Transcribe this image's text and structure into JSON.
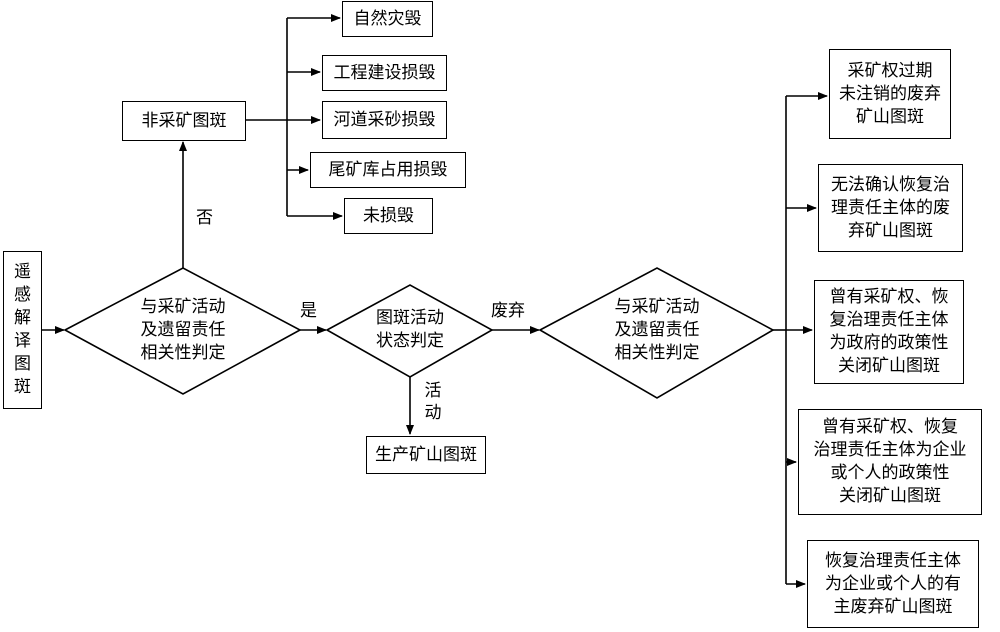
{
  "source": {
    "text": "遥感解译图斑"
  },
  "decision1": {
    "text": "与采矿活动\n及遗留责任\n相关性判定"
  },
  "decision2": {
    "text": "图斑活动\n状态判定"
  },
  "decision3": {
    "text": "与采矿活动\n及遗留责任\n相关性判定"
  },
  "non_mining": {
    "text": "非采矿图斑"
  },
  "non_mining_branches": [
    {
      "text": "自然灾毁"
    },
    {
      "text": "工程建设损毁"
    },
    {
      "text": "河道采砂损毁"
    },
    {
      "text": "尾矿库占用损毁"
    },
    {
      "text": "未损毁"
    }
  ],
  "production": {
    "text": "生产矿山图斑"
  },
  "abandoned_branches": [
    {
      "text": "采矿权过期\n未注销的废弃\n矿山图斑"
    },
    {
      "text": "无法确认恢复治\n理责任主体的废\n弃矿山图斑"
    },
    {
      "text": "曾有采矿权、恢\n复治理责任主体\n为政府的政策性\n关闭矿山图斑"
    },
    {
      "text": "曾有采矿权、恢复\n治理责任主体为企业\n或个人的政策性\n关闭矿山图斑"
    },
    {
      "text": "恢复治理责任主体\n为企业或个人的有\n主废弃矿山图斑"
    }
  ],
  "edge_labels": {
    "no": "否",
    "yes": "是",
    "abandoned": "废弃",
    "active": "活\n动"
  }
}
